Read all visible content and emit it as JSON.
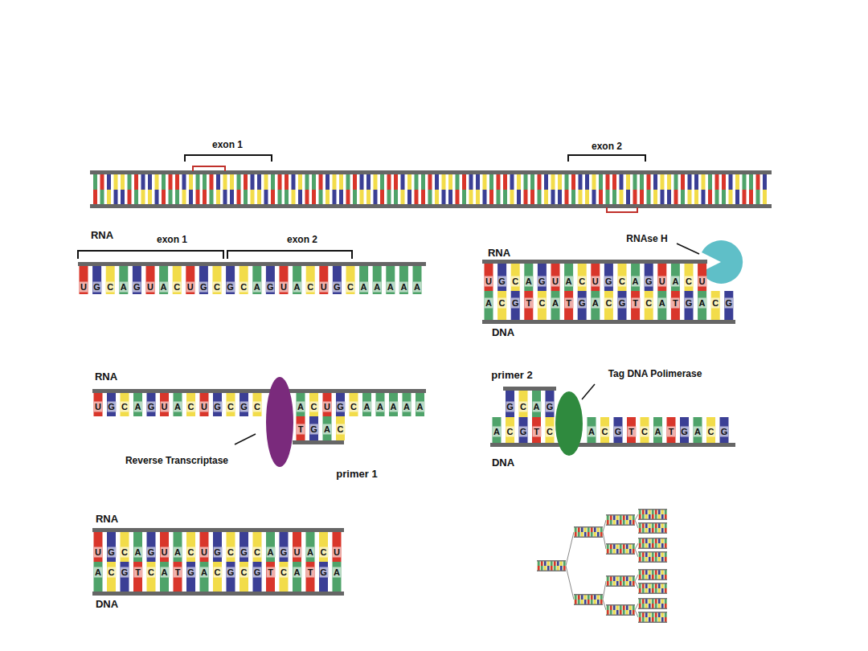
{
  "diagram": {
    "labels": [
      "exon 1",
      "exon 2",
      "RNA",
      "exon 1",
      "exon 2",
      "U",
      "G",
      "C",
      "A",
      "G",
      "U",
      "A",
      "C",
      "U",
      "G",
      "C",
      "G",
      "C",
      "A",
      "G",
      "U",
      "A",
      "C",
      "U",
      "G",
      "C",
      "A",
      "A",
      "A",
      "A",
      "A",
      "RNAse H",
      "RNA",
      "DNA",
      "U",
      "G",
      "C",
      "A",
      "G",
      "U",
      "A",
      "C",
      "U",
      "G",
      "C",
      "A",
      "G",
      "U",
      "A",
      "C",
      "U",
      "A",
      "C",
      "G",
      "T",
      "C",
      "A",
      "T",
      "G",
      "A",
      "C",
      "G",
      "T",
      "C",
      "A",
      "T",
      "G",
      "A",
      "C",
      "G",
      "RNA",
      "U",
      "G",
      "C",
      "A",
      "G",
      "U",
      "A",
      "C",
      "U",
      "G",
      "C",
      "G",
      "C",
      "A",
      "C",
      "U",
      "G",
      "C",
      "A",
      "A",
      "A",
      "A",
      "A",
      "T",
      "G",
      "A",
      "C",
      "Reverse Transcriptase",
      "primer 1",
      "primer 2",
      "Tag DNA Polimerase",
      "G",
      "C",
      "A",
      "G",
      "A",
      "C",
      "G",
      "T",
      "C",
      "A",
      "C",
      "G",
      "T",
      "C",
      "A",
      "T",
      "G",
      "A",
      "C",
      "G",
      "DNA",
      "RNA",
      "U",
      "G",
      "C",
      "A",
      "G",
      "U",
      "A",
      "C",
      "U",
      "G",
      "C",
      "G",
      "C",
      "A",
      "G",
      "U",
      "A",
      "C",
      "U",
      "DNA",
      "A",
      "C",
      "G",
      "T",
      "C",
      "A",
      "T",
      "G",
      "A",
      "C",
      "G",
      "C",
      "G",
      "T",
      "C",
      "A",
      "T",
      "G",
      "A"
    ]
  }
}
